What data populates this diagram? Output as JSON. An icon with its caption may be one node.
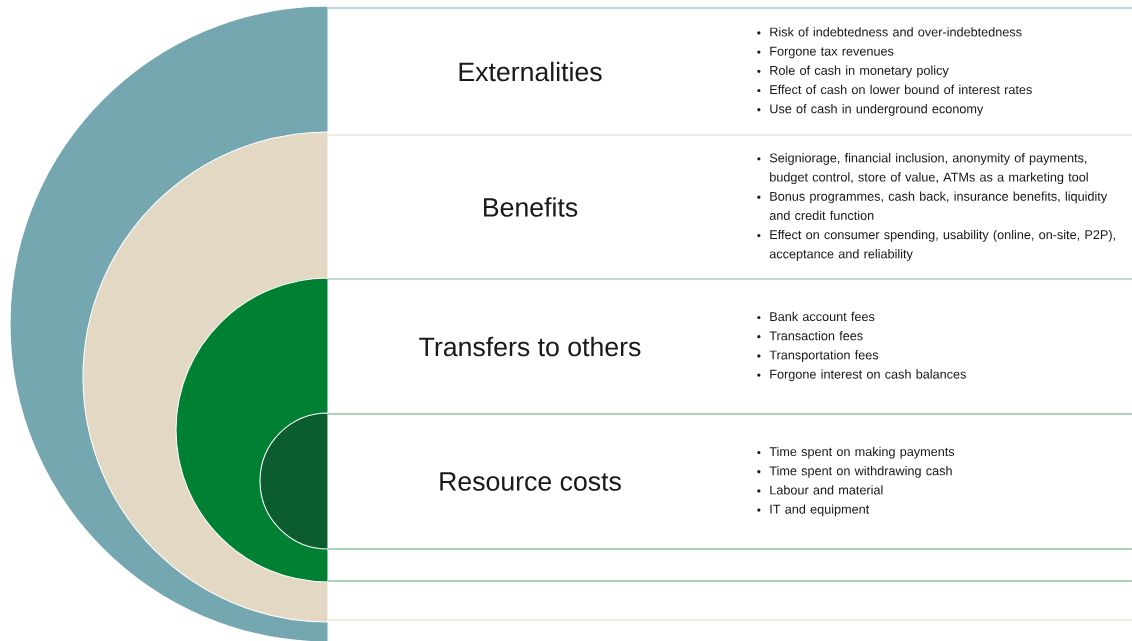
{
  "diagram": {
    "nodes": [
      {
        "text": [
          "Externalities",
          "Risk of indebtedness and over-indebtedness",
          "Forgone tax revenues",
          "Role of cash in monetary policy",
          "Effect of cash on lower bound of interest rates",
          "Use of cash in underground economy"
        ]
      },
      {
        "text": [
          "Benefits",
          "Seigniorage, financial inclusion, anonymity of payments, budget control, store of value, ATMs as a marketing tool",
          "Bonus programmes, cash back, insurance benefits, liquidity and credit function",
          "Effect on consumer spending, usability (online, on-site, P2P), acceptance and reliability"
        ]
      },
      {
        "text": [
          "Transfers to others",
          "Bank account fees",
          "Transaction fees",
          "Transportation fees",
          "Forgone interest on cash balances"
        ]
      },
      {
        "text": [
          "Resource costs",
          "Time spent on making payments",
          "Time spent on withdrawing cash",
          "Labour and material",
          "IT and equipment"
        ]
      }
    ]
  }
}
